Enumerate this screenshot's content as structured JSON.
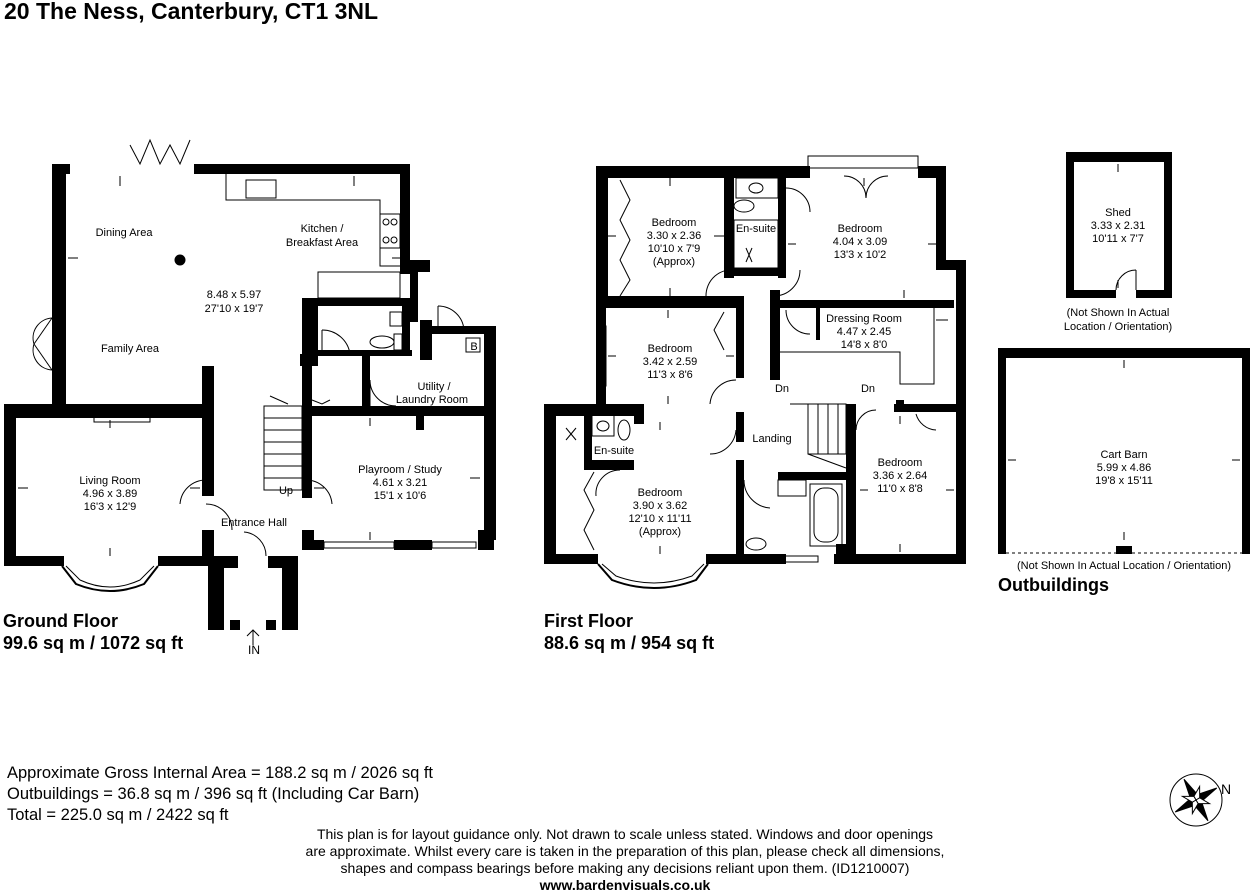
{
  "title": "20 The Ness, Canterbury, CT1 3NL",
  "ground_floor": {
    "name": "Ground Floor",
    "area": "99.6 sq m / 1072 sq ft",
    "rooms": {
      "dining": "Dining Area",
      "kitchen_1": "Kitchen /",
      "kitchen_2": "Breakfast Area",
      "open_plan_m": "8.48 x 5.97",
      "open_plan_ft": "27'10 x 19'7",
      "family": "Family Area",
      "utility_1": "Utility /",
      "utility_2": "Laundry Room",
      "boiler": "B",
      "living": "Living Room",
      "living_m": "4.96 x 3.89",
      "living_ft": "16'3 x 12'9",
      "playroom": "Playroom / Study",
      "playroom_m": "4.61 x 3.21",
      "playroom_ft": "15'1 x 10'6",
      "hall": "Entrance Hall",
      "up": "Up",
      "entrance": "IN"
    }
  },
  "first_floor": {
    "name": "First Floor",
    "area": "88.6 sq m / 954 sq ft",
    "rooms": {
      "bed1": "Bedroom",
      "bed1_m": "3.30 x 2.36",
      "bed1_ft": "10'10 x 7'9",
      "bed1_note": "(Approx)",
      "ensuite_a": "En-suite",
      "bed2": "Bedroom",
      "bed2_m": "4.04 x 3.09",
      "bed2_ft": "13'3 x 10'2",
      "dressing": "Dressing Room",
      "dressing_m": "4.47 x 2.45",
      "dressing_ft": "14'8 x 8'0",
      "bed3": "Bedroom",
      "bed3_m": "3.42 x 2.59",
      "bed3_ft": "11'3 x 8'6",
      "dn1": "Dn",
      "dn2": "Dn",
      "landing": "Landing",
      "ensuite_b": "En-suite",
      "bed4": "Bedroom",
      "bed4_m": "3.90 x 3.62",
      "bed4_ft": "12'10 x 11'11",
      "bed4_note": "(Approx)",
      "bed5": "Bedroom",
      "bed5_m": "3.36 x 2.64",
      "bed5_ft": "11'0 x 8'8"
    }
  },
  "outbuildings": {
    "name": "Outbuildings",
    "shed": "Shed",
    "shed_m": "3.33 x 2.31",
    "shed_ft": "10'11 x 7'7",
    "shed_note_1": "(Not Shown In Actual",
    "shed_note_2": "Location / Orientation)",
    "barn": "Cart Barn",
    "barn_m": "5.99 x 4.86",
    "barn_ft": "19'8 x 15'11",
    "barn_note": "(Not Shown In Actual Location / Orientation)"
  },
  "areas": {
    "gross": "Approximate Gross Internal Area = 188.2 sq m / 2026 sq ft",
    "outbuildings": "Outbuildings = 36.8 sq m / 396 sq ft (Including Car Barn)",
    "total": "Total = 225.0 sq m / 2422 sq ft"
  },
  "disclaimer": {
    "line1": "This plan is for layout guidance only. Not drawn to scale unless stated. Windows and door openings",
    "line2": "are approximate. Whilst every care is taken in the preparation of this plan, please check all dimensions,",
    "line3": "shapes and compass bearings before making any decisions reliant upon them. (ID1210007)",
    "website": "www.bardenvisuals.co.uk"
  },
  "compass": {
    "label": "N",
    "icon": "compass-rose-icon"
  },
  "colors": {
    "wall": "#000000",
    "background": "#ffffff"
  }
}
